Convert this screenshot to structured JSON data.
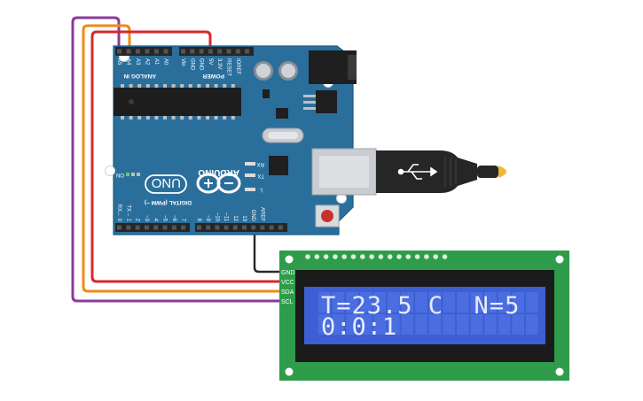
{
  "board": {
    "brand": "ARDUINO",
    "model": "UNO",
    "on_label": "ON",
    "header_analog": "ANALOG IN",
    "header_power": "POWER",
    "header_digital": "DIGITAL (PWM ~)",
    "analog_pins": [
      "A5",
      "A4",
      "A3",
      "A2",
      "A1",
      "A0"
    ],
    "power_pins": [
      "Vin",
      "GND",
      "GND",
      "5V",
      "3.3V",
      "RESET",
      "IOREF"
    ],
    "digital_pins": [
      "RX← 0",
      "TX→ 1",
      "2",
      "~3",
      "4",
      "~5",
      "~6",
      "7",
      "8",
      "~9",
      "~10",
      "~11",
      "12",
      "13",
      "GND",
      "AREF"
    ],
    "led_labels": [
      "RX",
      "TX",
      "L"
    ]
  },
  "lcd": {
    "pins": [
      "GND",
      "VCC",
      "SDA",
      "SCL"
    ],
    "line1": "T=23.5 C  N=5",
    "line2": "0:0:1"
  },
  "colors": {
    "board_blue": "#2a6f9c",
    "lcd_green": "#2e9c4a",
    "lcd_screen": "#3c5fd3",
    "wire_purple": "#8a3a99",
    "wire_orange": "#ee8a1a",
    "wire_red": "#d6282c",
    "wire_black": "#2a2a2a"
  }
}
